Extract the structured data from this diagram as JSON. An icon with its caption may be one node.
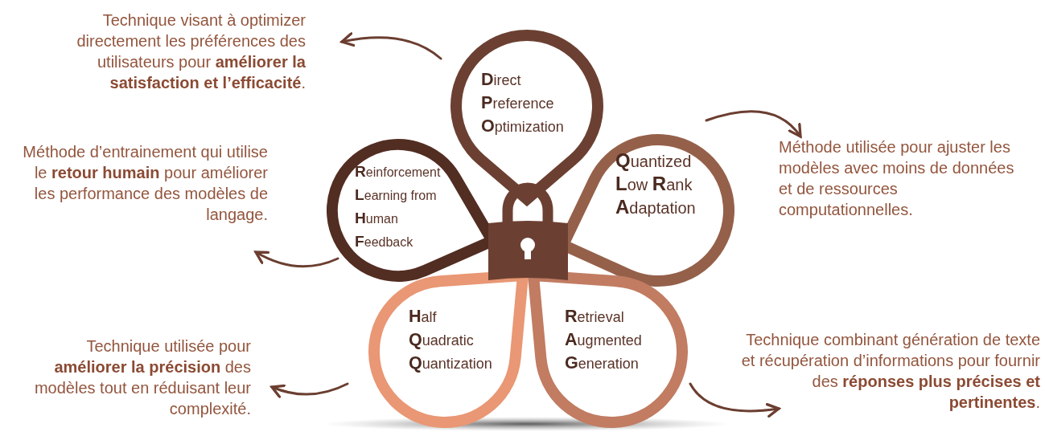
{
  "diagram": {
    "nodes": [
      {
        "text": [
          "**D**irect **P**reference **O**ptimization"
        ]
      },
      {
        "text": [
          "**R**einforcement **L**earning from **H**uman **F**eedback"
        ]
      },
      {
        "text": [
          "**Q**uantized **L**ow **R**ank **A**daptation"
        ]
      },
      {
        "text": [
          "**H**alf **Q**uadratic **Q**uantization"
        ]
      },
      {
        "text": [
          "**R**etrieval **A**ugmented **G**eneration"
        ]
      },
      {
        "text": [
          "Technique visant à optimizer directement les préférences des utilisateurs pour **améliorer la satisfaction et l’efficacité**."
        ]
      },
      {
        "text": [
          "Méthode d’entrainement qui utilise le **retour humain** pour améliorer les performance des modèles de langage."
        ]
      },
      {
        "text": [
          "Méthode utilisée pour ajuster les modèles avec moins de données et de ressources computationnelles."
        ]
      },
      {
        "text": [
          "Technique utilisée pour **améliorer la précision** des modèles tout en réduisant leur complexité."
        ]
      },
      {
        "text": [
          "Technique combinant génération de texte et récupération d’informations pour fournir des **réponses plus précises et pertinentes**."
        ]
      }
    ],
    "edges": [
      {
        "from": 0,
        "to": 5,
        "arrow": "to"
      },
      {
        "from": 1,
        "to": 6,
        "arrow": "to"
      },
      {
        "from": 2,
        "to": 7,
        "arrow": "to"
      },
      {
        "from": 3,
        "to": 8,
        "arrow": "to"
      },
      {
        "from": 4,
        "to": 9,
        "arrow": "to"
      }
    ]
  }
}
